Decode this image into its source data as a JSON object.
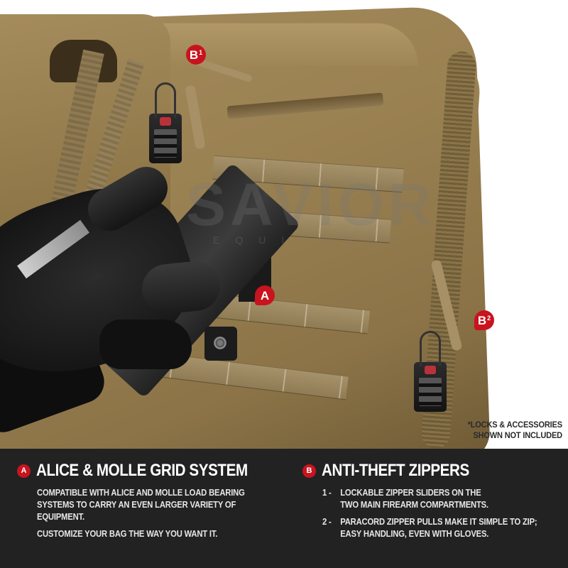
{
  "photo": {
    "description": "Tan tactical rifle bag with MOLLE webbing, black gloved hand inserting a pouch, two black TSA combination padlocks on zipper pulls",
    "watermark": {
      "main": "SAVIOR",
      "sub": "EQUIPMENT"
    },
    "markers": [
      {
        "id": "B1",
        "letter": "B",
        "sup": "1"
      },
      {
        "id": "A",
        "letter": "A",
        "sup": ""
      },
      {
        "id": "B2",
        "letter": "B",
        "sup": "2"
      }
    ],
    "disclaimer": {
      "line1": "*LOCKS & ACCESSORIES",
      "line2": "SHOWN NOT INCLUDED"
    }
  },
  "colors": {
    "accent_red": "#c8141e",
    "panel_bg": "#222222",
    "bag_tan": "#9a8152",
    "text_white": "#ffffff"
  },
  "features": [
    {
      "badge": "A",
      "title": "ALICE & MOLLE GRID SYSTEM",
      "paragraphs": [
        "COMPATIBLE WITH ALICE AND MOLLE LOAD BEARING",
        "SYSTEMS TO CARRY AN EVEN LARGER VARIETY OF",
        "EQUIPMENT.",
        "CUSTOMIZE YOUR BAG THE WAY YOU WANT IT."
      ]
    },
    {
      "badge": "B",
      "title": "ANTI-THEFT ZIPPERS",
      "items": [
        {
          "num": "1 -",
          "line1": "LOCKABLE ZIPPER SLIDERS ON THE",
          "line2": "TWO MAIN FIREARM COMPARTMENTS."
        },
        {
          "num": "2 -",
          "line1": "PARACORD ZIPPER PULLS MAKE IT SIMPLE TO ZIP;",
          "line2": "EASY HANDLING, EVEN WITH GLOVES."
        }
      ]
    }
  ]
}
